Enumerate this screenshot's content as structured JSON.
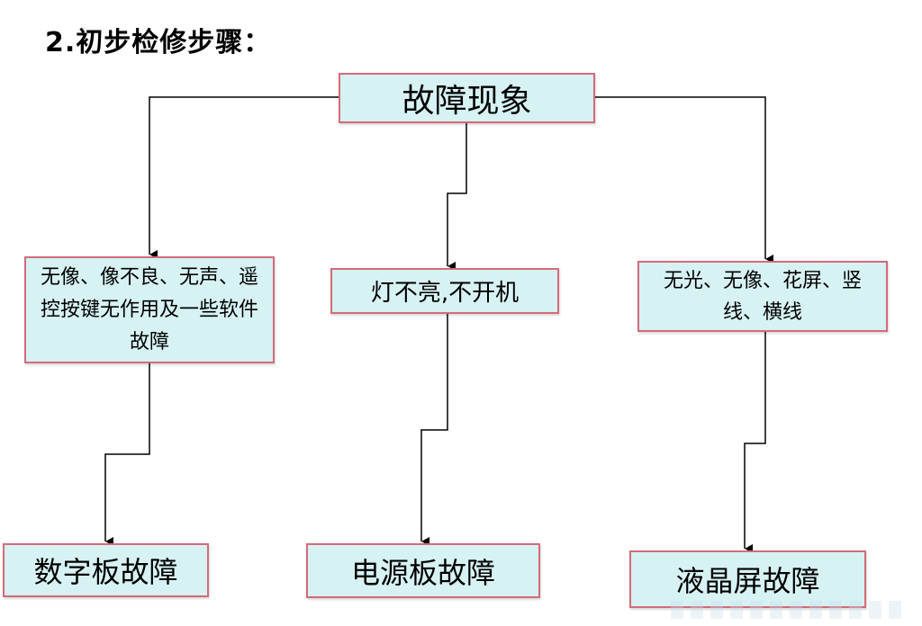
{
  "title": "2.初步检修步骤：",
  "nodes": {
    "root": "故障现象",
    "left": "无像、像不良、无声、遥控按键无作用及一些软件故障",
    "mid": "灯不亮,不开机",
    "right": "无光、无像、花屏、竖线、横线",
    "bottom_left": "数字板故障",
    "bottom_mid": "电源板故障",
    "bottom_right": "液晶屏故障"
  },
  "colors": {
    "box_fill": "#d7f2f3",
    "box_border": "#d36b7a",
    "connector": "#000000"
  }
}
